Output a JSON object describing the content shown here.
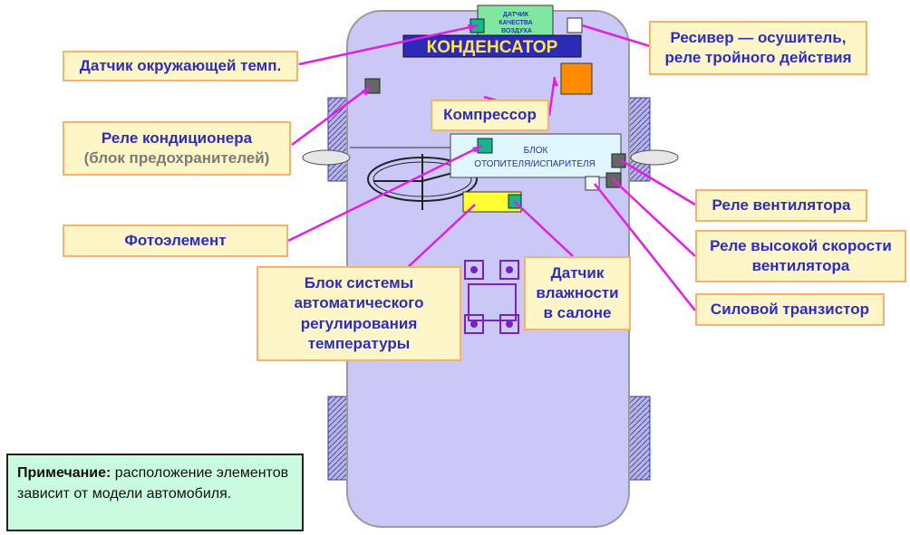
{
  "labels": {
    "condenser": "КОНДЕНСАТОР",
    "air_quality_sensor": "ДАТЧИК КАЧЕСТВА ВОЗДУХА",
    "heater_unit_line1": "БЛОК",
    "heater_unit_line2": "ОТОПИТЕЛЯ/ИСПАРИТЕЛЯ"
  },
  "callouts": {
    "ambient_temp_sensor": "Датчик окружающей темп.",
    "receiver_line1": "Ресивер — осушитель,",
    "receiver_line2": "реле тройного действия",
    "compressor": "Компрессор",
    "ac_relay_line1": "Реле кондиционера",
    "ac_relay_line2": "(блок предохранителей)",
    "photo_sensor": "Фотоэлемент",
    "fan_relay": "Реле вентилятора",
    "high_speed_relay_line1": "Реле высокой скорости",
    "high_speed_relay_line2": "вентилятора",
    "power_transistor": "Силовой транзистор",
    "auto_temp_unit_line1": "Блок системы",
    "auto_temp_unit_line2": "автоматического",
    "auto_temp_unit_line3": "регулирования",
    "auto_temp_unit_line4": "температуры",
    "humidity_sensor_line1": "Датчик",
    "humidity_sensor_line2": "влажности",
    "humidity_sensor_line3": "в салоне"
  },
  "note": {
    "label": "Примечание:",
    "text": " расположение элементов зависит от модели автомобиля."
  },
  "colors": {
    "car_body": "#c9c8f7",
    "leader_line": "#e11fe6",
    "callout_bg": "#fff6c8",
    "callout_border": "#f6b26b",
    "callout_text": "#2b2dbf",
    "condenser_bg": "#2c2ab8",
    "condenser_text": "#ffe54a",
    "compressor": "#ff8c00",
    "sensor_teal": "#12b88a",
    "note_bg": "#c8fbe0"
  }
}
